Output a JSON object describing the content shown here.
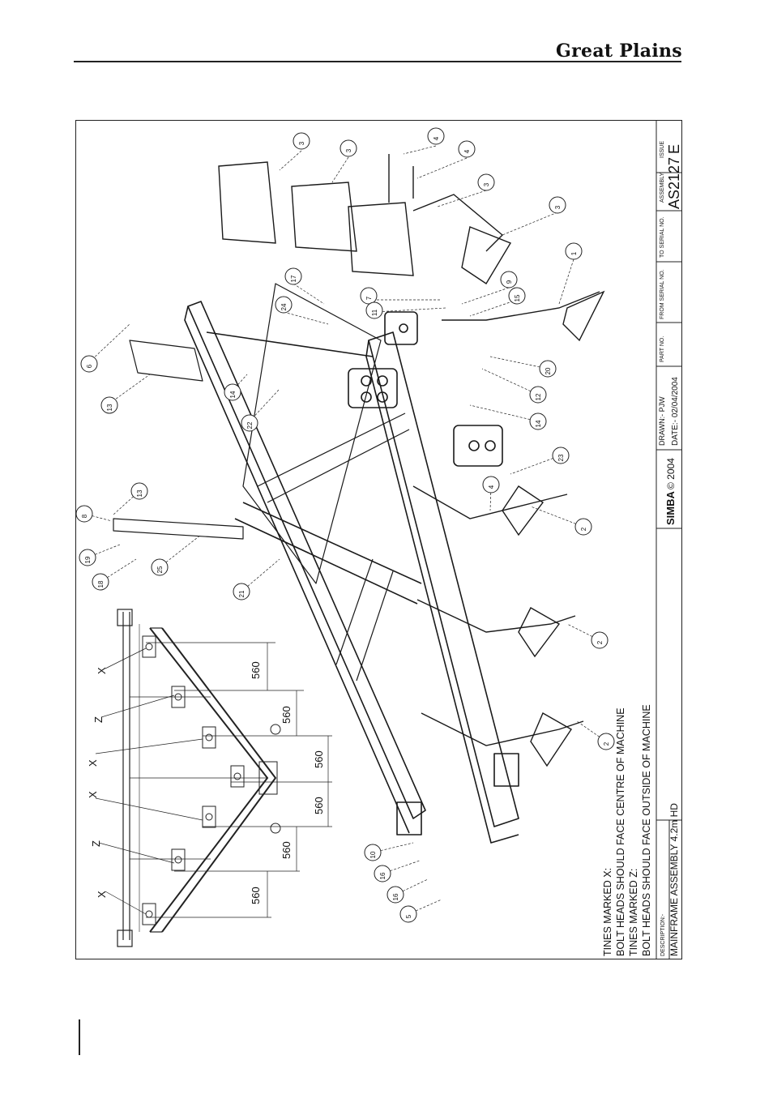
{
  "header": {
    "brand": "Great Plains"
  },
  "title_block": {
    "issue_label": "ISSUE",
    "issue": "E",
    "assembly_label": "ASSEMBLY",
    "assembly": "AS2127",
    "to_serial_label": "TO SERIAL NO.",
    "from_serial_label": "FROM SERIAL NO.",
    "part_no_label": "PART NO.",
    "drawn": "DRAWN:- PJW",
    "date": "DATE:- 02/04/2004",
    "logo_text": "SIMBA",
    "copyright": "© 2004",
    "description_label": "DESCRIPTION:-",
    "description": "MAINFRAME ASSEMBLY 4.2m HD"
  },
  "notes": [
    "TINES MARKED X:",
    "BOLT HEADS SHOULD FACE CENTRE OF MACHINE",
    "TINES MARKED Z:",
    "BOLT HEADS SHOULD FACE OUTSIDE OF MACHINE"
  ],
  "plan_view": {
    "dimensions": [
      "560",
      "560",
      "560",
      "560",
      "560",
      "560"
    ],
    "tine_markers": [
      "X",
      "Z",
      "X",
      "X",
      "Z",
      "X"
    ]
  },
  "callouts": [
    "3",
    "3",
    "4",
    "4",
    "3",
    "3",
    "1",
    "9",
    "15",
    "17",
    "24",
    "7",
    "11",
    "6",
    "13",
    "14",
    "22",
    "20",
    "12",
    "14",
    "23",
    "4",
    "2",
    "13",
    "8",
    "19",
    "18",
    "25",
    "21",
    "2",
    "2",
    "10",
    "16",
    "16",
    "5"
  ]
}
